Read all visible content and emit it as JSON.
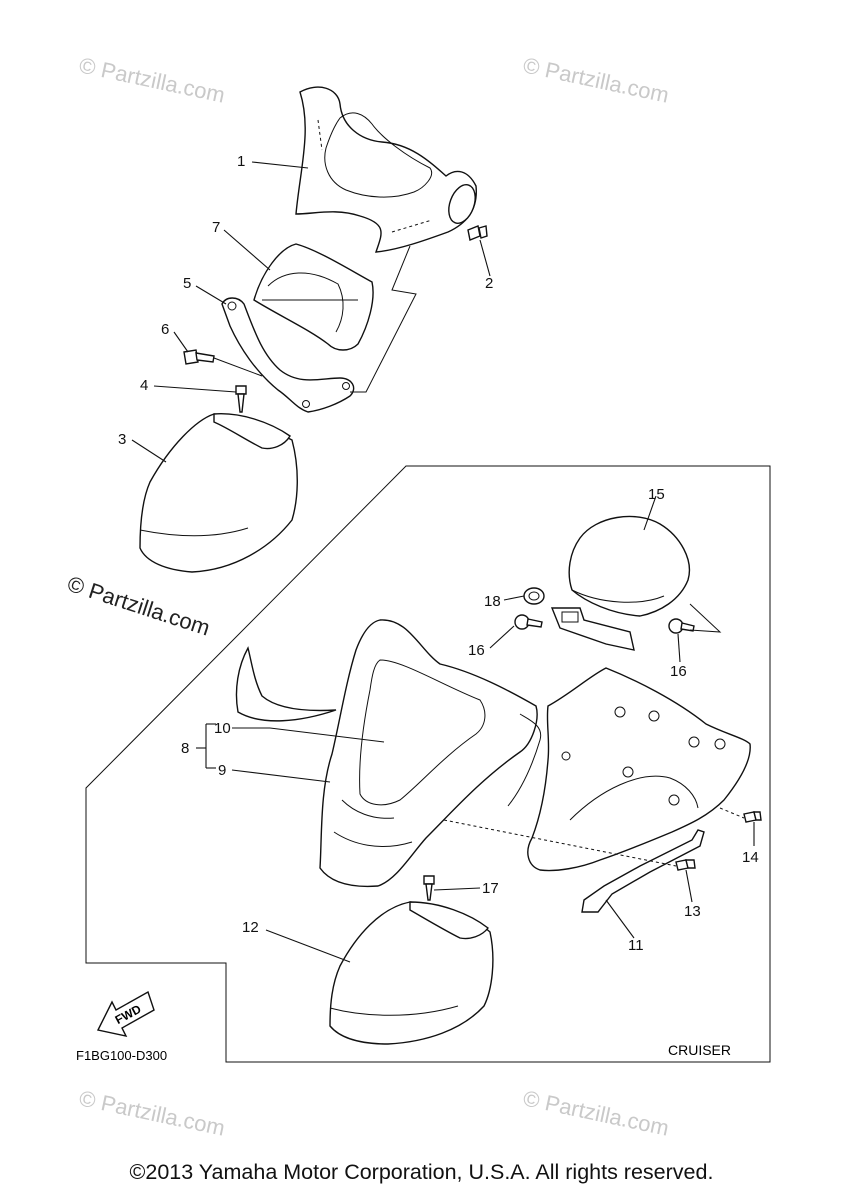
{
  "watermarks": [
    "© Partzilla.com",
    "© Partzilla.com",
    "© Partzilla.com",
    "© Partzilla.com",
    "© Partzilla.com"
  ],
  "callouts": [
    "1",
    "2",
    "7",
    "5",
    "6",
    "4",
    "3",
    "15",
    "18",
    "16",
    "16",
    "10",
    "8",
    "9",
    "14",
    "17",
    "13",
    "11",
    "12"
  ],
  "fwd_label": "FWD",
  "diagram_code": "F1BG100-D300",
  "variant_label": "CRUISER",
  "copyright": "©2013 Yamaha Motor Corporation, U.S.A. All rights reserved."
}
